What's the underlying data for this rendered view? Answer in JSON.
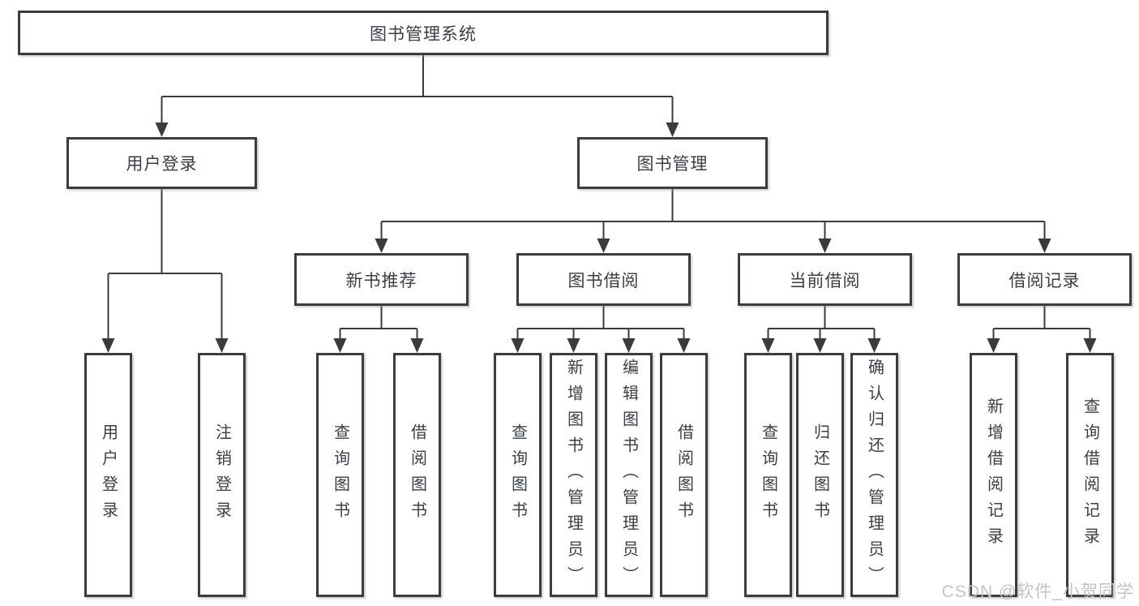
{
  "nodes": {
    "root": {
      "label": "图书管理系统"
    },
    "user_login": {
      "label": "用户登录"
    },
    "book_management": {
      "label": "图书管理"
    },
    "leaf_user_login": {
      "label": "用户登录"
    },
    "leaf_logout": {
      "label": "注销登录"
    },
    "new_book_recommend": {
      "label": "新书推荐"
    },
    "book_borrow": {
      "label": "图书借阅"
    },
    "current_borrow": {
      "label": "当前借阅"
    },
    "borrow_record": {
      "label": "借阅记录"
    },
    "nbr_query_book": {
      "label": "查询图书"
    },
    "nbr_borrow_book": {
      "label": "借阅图书"
    },
    "bb_query_book": {
      "label": "查询图书"
    },
    "bb_add_book_admin": {
      "label": "新增图书（管理员）"
    },
    "bb_edit_book_admin": {
      "label": "编辑图书（管理员）"
    },
    "bb_borrow_book": {
      "label": "借阅图书"
    },
    "cb_query_book": {
      "label": "查询图书"
    },
    "cb_return_book": {
      "label": "归还图书"
    },
    "cb_confirm_return_admin": {
      "label": "确认归还（管理员）"
    },
    "br_add_record": {
      "label": "新增借阅记录"
    },
    "br_query_record": {
      "label": "查询借阅记录"
    }
  },
  "hierarchy": {
    "root": [
      "user_login",
      "book_management"
    ],
    "user_login": [
      "leaf_user_login",
      "leaf_logout"
    ],
    "book_management": [
      "new_book_recommend",
      "book_borrow",
      "current_borrow",
      "borrow_record"
    ],
    "new_book_recommend": [
      "nbr_query_book",
      "nbr_borrow_book"
    ],
    "book_borrow": [
      "bb_query_book",
      "bb_add_book_admin",
      "bb_edit_book_admin",
      "bb_borrow_book"
    ],
    "current_borrow": [
      "cb_query_book",
      "cb_return_book",
      "cb_confirm_return_admin"
    ],
    "borrow_record": [
      "br_add_record",
      "br_query_record"
    ]
  },
  "watermark": {
    "text": "CSDN @软件_小贺同学"
  },
  "colors": {
    "background": "#ffffff",
    "box_fill": "#ffffff",
    "box_border": "#3c3c3c",
    "text": "#3a3f45",
    "connector": "#3b3b3b",
    "watermark": "#c3c3c3"
  }
}
